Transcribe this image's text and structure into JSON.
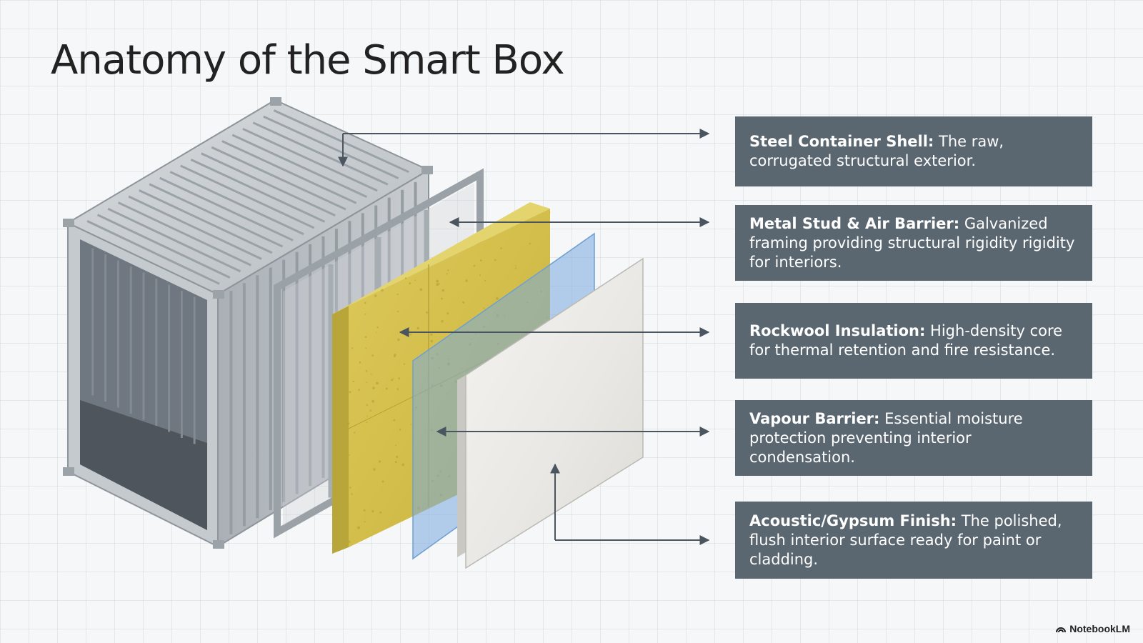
{
  "title": "Anatomy of the Smart Box",
  "callouts": [
    {
      "term": "Steel Container Shell:",
      "description": " The raw, corrugated structural exterior."
    },
    {
      "term": "Metal Stud & Air Barrier:",
      "description": " Galvanized framing providing structural rigidity rigidity for interiors."
    },
    {
      "term": "Rockwool Insulation:",
      "description": " High-density core for thermal retention and fire resistance."
    },
    {
      "term": "Vapour Barrier:",
      "description": " Essential moisture protection preventing interior condensation."
    },
    {
      "term": "Acoustic/Gypsum Finish:",
      "description": " The polished, flush interior surface ready for paint or cladding."
    }
  ],
  "branding": {
    "label": "NotebookLM",
    "icon": "notebooklm-logo-icon"
  },
  "colors": {
    "callout_bg": "#5a6670",
    "callout_text": "#ffffff",
    "steel": "#b8bec4",
    "insulation": "#d6c14a",
    "vapour_barrier": "#7faede",
    "gypsum": "#ecebe7",
    "arrow": "#4a5560"
  }
}
